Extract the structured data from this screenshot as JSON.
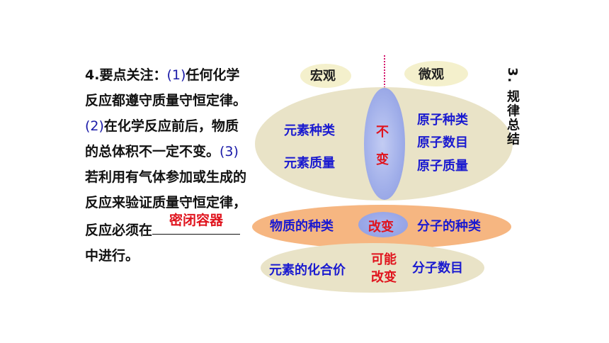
{
  "left_text": {
    "p1": "4.要点关注：",
    "n1": "(1)",
    "p2": "任何化学反应都遵守质量守恒定律。",
    "n2": "(2)",
    "p3": "在化学反应前后，物质的总体积不一定不变。",
    "n3": "(3)",
    "p4": "若利用有气体参加或生成的反应来验证质量守恒定律，反应必须在",
    "answer": "密闭容器",
    "p5": "中进行。"
  },
  "diagram": {
    "macro": "宏观",
    "micro": "微观",
    "side_title": "3. 规律总结",
    "top": {
      "left": [
        "元素种类",
        "元素质量"
      ],
      "center_line1": "不",
      "center_line2": "变",
      "right": [
        "原子种类",
        "原子数目",
        "原子质量"
      ]
    },
    "middle": {
      "left": "物质的种类",
      "center": "改变",
      "right": "分子的种类"
    },
    "bottom": {
      "left": "元素的化合价",
      "center_line1": "可能",
      "center_line2": "改变",
      "right": "分子数目"
    }
  }
}
